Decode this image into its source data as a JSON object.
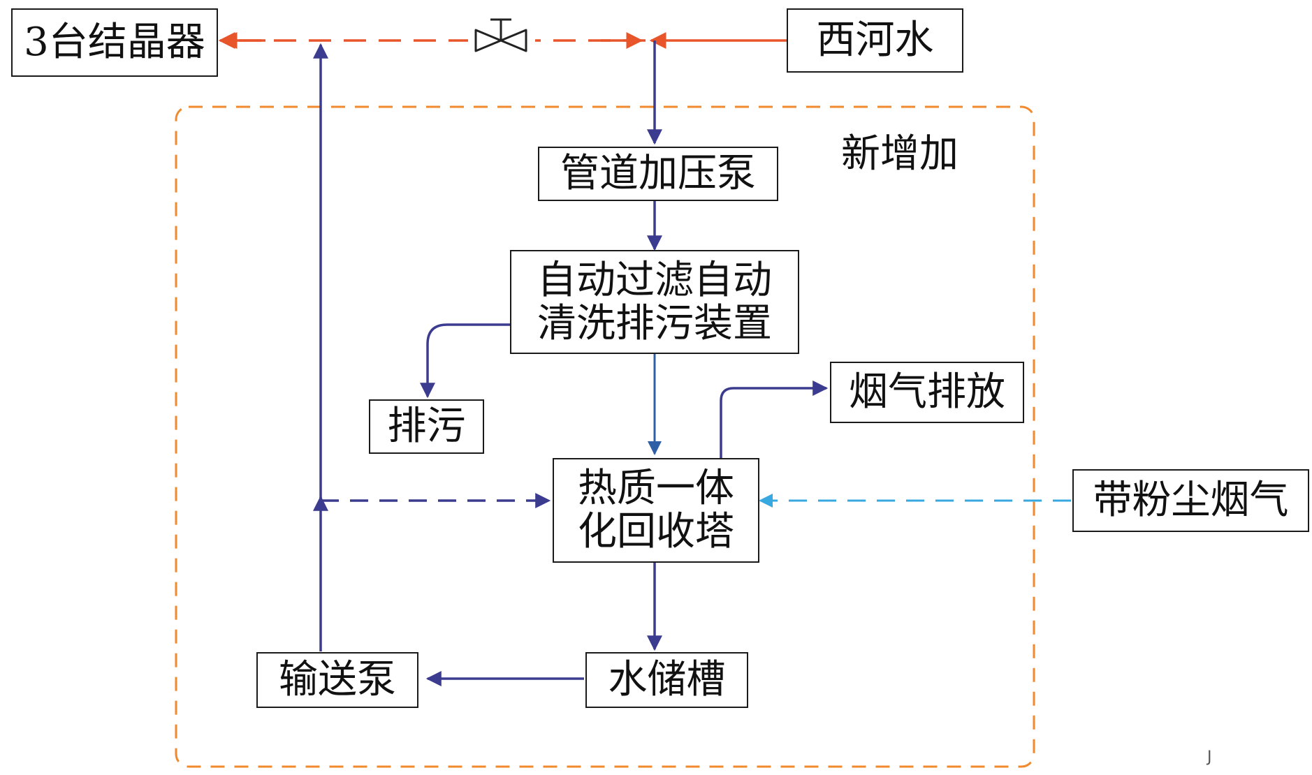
{
  "nodes": {
    "crystallizers": "3台结晶器",
    "west_river_water": "西河水",
    "new_addition": "新增加",
    "booster_pump": "管道加压泵",
    "filter": [
      "自动过滤自动",
      "清洗排污装置"
    ],
    "sewage": "排污",
    "flue_exhaust": "烟气排放",
    "tower": [
      "热质一体",
      "化回收塔"
    ],
    "dusty_flue_gas": "带粉尘烟气",
    "water_tank": "水储槽",
    "transfer_pump": "输送泵"
  },
  "corner_mark": "J",
  "colors": {
    "main_line": "#3b3b8f",
    "hot_line": "#e8552b",
    "dust_line": "#38a9e0",
    "boundary": "#f08a2c",
    "box_border": "#1a1a1a"
  }
}
